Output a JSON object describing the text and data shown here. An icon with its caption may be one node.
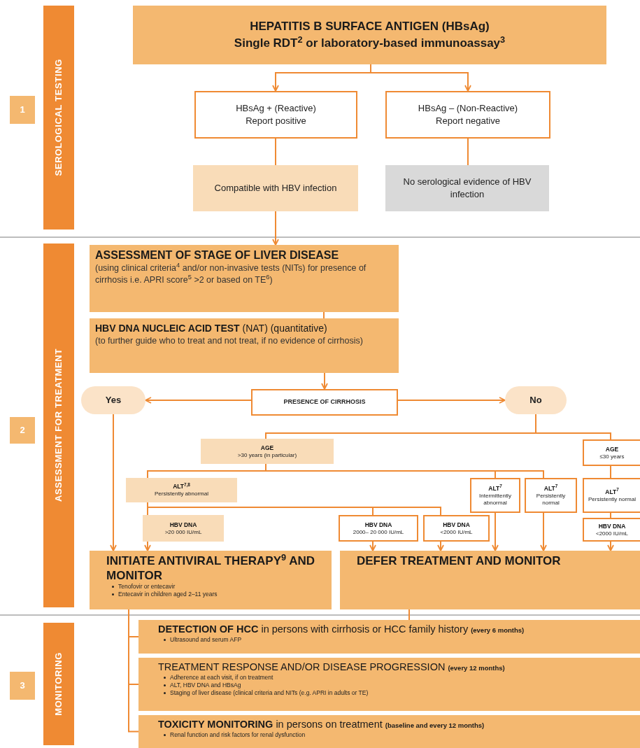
{
  "diagram": {
    "nodes": [
      {
        "text": [
          "1"
        ]
      },
      {
        "text": [
          "SEROLOGICAL TESTING"
        ]
      },
      {
        "text": [
          "HEPATITIS B SURFACE ANTIGEN (HBsAg)",
          "Single RDT$^{2}$ or laboratory-based immunoassay$^{3}$"
        ]
      },
      {
        "text": [
          "HBsAg + (Reactive) Report positive"
        ]
      },
      {
        "text": [
          "HBsAg – (Non-Reactive) Report negative"
        ]
      },
      {
        "text": [
          "Compatible with HBV infection"
        ]
      },
      {
        "text": [
          "No serological evidence of HBV infection"
        ]
      },
      {
        "text": [
          "2"
        ]
      },
      {
        "text": [
          "ASSESSMENT FOR TREATMENT"
        ]
      },
      {
        "text": [
          "ASSESSMENT OF STAGE OF LIVER DISEASE",
          "(using clinical criteria$^{4}$ and/or non-invasive tests (NITs) for presence of cirrhosis i.e. APRI score$^{5}$ >2 or based on TE$^{6}$)"
        ]
      },
      {
        "text": [
          "**HBV DNA NUCLEIC ACID TEST** (NAT) (quantitative)",
          "(to further guide who to treat and not treat, if no evidence of cirrhosis)"
        ]
      },
      {
        "text": [
          "Yes"
        ]
      },
      {
        "text": [
          "PRESENCE OF CIRRHOSIS"
        ]
      },
      {
        "text": [
          "No"
        ]
      },
      {
        "text": [
          "AGE",
          ">30 years (in particular)"
        ]
      },
      {
        "text": [
          "AGE",
          "≤30 years"
        ]
      },
      {
        "text": [
          "ALT$^{7,8}$",
          "Persistently abnormal"
        ]
      },
      {
        "text": [
          "ALT$^{7}$",
          "Intermittently abnormal"
        ]
      },
      {
        "text": [
          "ALT$^{7}$",
          "Persistently normal"
        ]
      },
      {
        "text": [
          "ALT$^{7}$",
          "Persistently normal"
        ]
      },
      {
        "text": [
          "HBV DNA",
          ">20 000 IU/mL"
        ]
      },
      {
        "text": [
          "HBV DNA",
          "2000– 20 000 IU/mL"
        ]
      },
      {
        "text": [
          "HBV DNA",
          "<2000 IU/mL"
        ]
      },
      {
        "text": [
          "HBV DNA",
          "<2000 IU/mL"
        ]
      },
      {
        "text": [
          "INITIATE ANTIVIRAL THERAPY$^{9}$ AND MONITOR",
          "Tenofovir or entecavir",
          "Entecavir in children aged 2–11 years"
        ]
      },
      {
        "text": [
          "DEFER TREATMENT AND MONITOR"
        ]
      },
      {
        "text": [
          "3"
        ]
      },
      {
        "text": [
          "MONITORING"
        ]
      },
      {
        "text": [
          "**DETECTION OF HCC** in persons with cirrhosis or HCC family history",
          "(every 6 months)",
          "Ultrasound and serum AFP"
        ]
      },
      {
        "text": [
          "TREATMENT RESPONSE AND/OR DISEASE PROGRESSION",
          "(every 12 months)",
          "Adherence at each visit, if on treatment",
          "ALT, HBV DNA and HBsAg",
          "Staging of liver disease (clinical criteria and NITs (e.g. APRI in adults or TE)"
        ]
      },
      {
        "text": [
          "**TOXICITY MONITORING** in persons on treatment",
          "(baseline and every 12 months)",
          "Renal function and risk factors for renal dysfunction"
        ]
      }
    ],
    "edges": [
      {
        "from": 2,
        "to": 3,
        "arrow": "to"
      },
      {
        "from": 2,
        "to": 4,
        "arrow": "to"
      },
      {
        "from": 3,
        "to": 5,
        "arrow": "none"
      },
      {
        "from": 4,
        "to": 6,
        "arrow": "none"
      },
      {
        "from": 5,
        "to": 9,
        "arrow": "to"
      },
      {
        "from": 9,
        "to": 10,
        "arrow": "none"
      },
      {
        "from": 10,
        "to": 12,
        "arrow": "to"
      },
      {
        "from": 12,
        "to": 11,
        "arrow": "to"
      },
      {
        "from": 12,
        "to": 13,
        "arrow": "to"
      },
      {
        "from": 11,
        "to": 24,
        "arrow": "to"
      },
      {
        "from": 13,
        "to": 14,
        "arrow": "none"
      },
      {
        "from": 13,
        "to": 15,
        "arrow": "none"
      },
      {
        "from": 14,
        "to": 16,
        "arrow": "none"
      },
      {
        "from": 14,
        "to": 17,
        "arrow": "none"
      },
      {
        "from": 14,
        "to": 18,
        "arrow": "none"
      },
      {
        "from": 15,
        "to": 19,
        "arrow": "none"
      },
      {
        "from": 16,
        "to": 20,
        "arrow": "none"
      },
      {
        "from": 16,
        "to": 21,
        "arrow": "none"
      },
      {
        "from": 16,
        "to": 22,
        "arrow": "none"
      },
      {
        "from": 20,
        "to": 24,
        "arrow": "to"
      },
      {
        "from": 21,
        "to": 25,
        "arrow": "to"
      },
      {
        "from": 22,
        "to": 25,
        "arrow": "to"
      },
      {
        "from": 17,
        "to": 25,
        "arrow": "to"
      },
      {
        "from": 18,
        "to": 25,
        "arrow": "to"
      },
      {
        "from": 19,
        "to": 23,
        "arrow": "none"
      },
      {
        "from": 23,
        "to": 25,
        "arrow": "to"
      },
      {
        "from": 24,
        "to": 28,
        "arrow": "none"
      },
      {
        "from": 24,
        "to": 29,
        "arrow": "none"
      },
      {
        "from": 24,
        "to": 30,
        "arrow": "none"
      },
      {
        "from": 25,
        "to": 28,
        "arrow": "none"
      }
    ]
  }
}
